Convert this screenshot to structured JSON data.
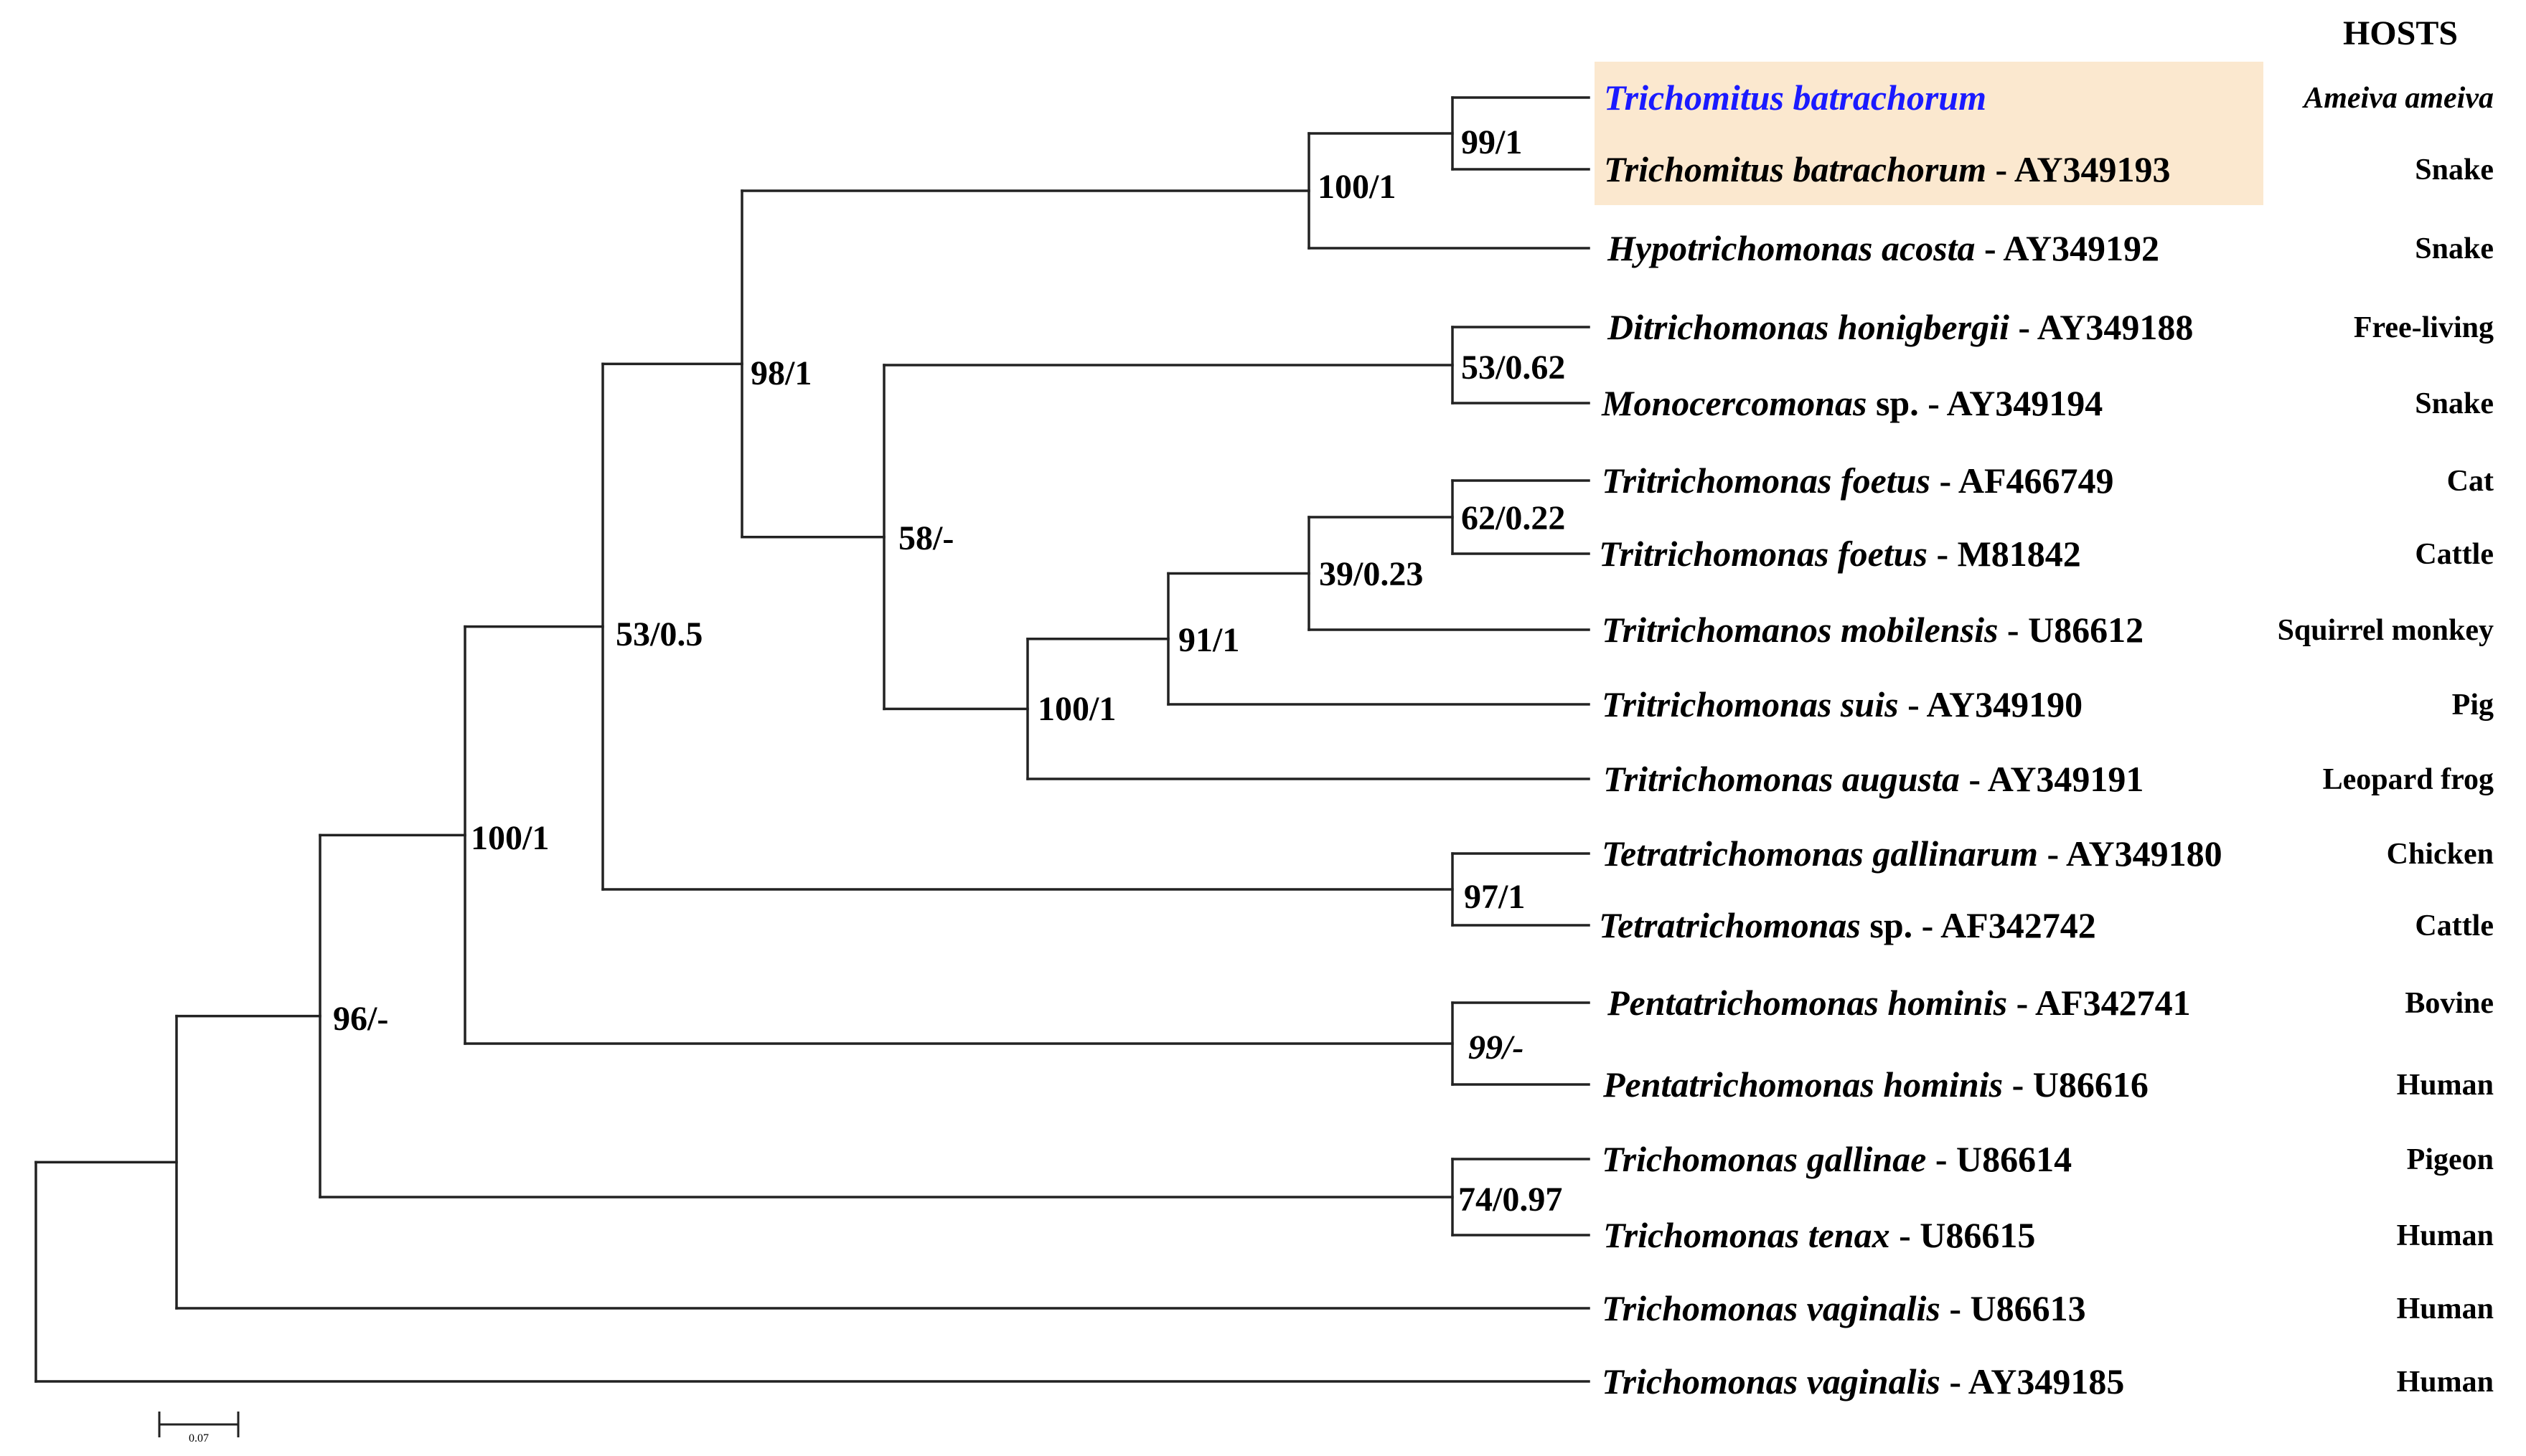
{
  "hosts_header": "HOSTS",
  "colors": {
    "branch": "#222222",
    "highlight": "#fbe8cf",
    "highlight_text": "#1a1aff"
  },
  "taxa": [
    {
      "genus": "Trichomitus batrachorum",
      "accession": "",
      "host": "Ameiva ameiva",
      "host_italic": true,
      "highlight": true
    },
    {
      "genus": "Trichomitus batrachorum",
      "accession": " - AY349193",
      "host": "Snake",
      "host_italic": false,
      "highlight": false
    },
    {
      "genus": "Hypotrichomonas acosta",
      "accession": " - AY349192",
      "host": "Snake"
    },
    {
      "genus": "Ditrichomonas  honigbergii",
      "accession": " - AY349188",
      "host": "Free-living"
    },
    {
      "genus": "Monocercomonas",
      "accession": " sp. - AY349194",
      "host": "Snake"
    },
    {
      "genus": "Tritrichomonas foetus",
      "accession": " - AF466749",
      "host": "Cat"
    },
    {
      "genus": "Tritrichomonas foetus",
      "accession": " - M81842",
      "host": "Cattle"
    },
    {
      "genus": "Tritrichomanos mobilensis",
      "accession": "  - U86612",
      "host": "Squirrel  monkey"
    },
    {
      "genus": "Tritrichomonas suis",
      "accession": " - AY349190",
      "host": "Pig"
    },
    {
      "genus": "Tritrichomonas augusta",
      "accession": " - AY349191",
      "host": "Leopard frog"
    },
    {
      "genus": "Tetratrichomonas gallinarum",
      "accession": " - AY349180",
      "host": "Chicken"
    },
    {
      "genus": "Tetratrichomonas",
      "accession": " sp. - AF342742",
      "host": "Cattle"
    },
    {
      "genus": "Pentatrichomonas hominis",
      "accession": " - AF342741",
      "host": "Bovine"
    },
    {
      "genus": "Pentatrichomonas hominis",
      "accession": " - U86616",
      "host": "Human"
    },
    {
      "genus": "Trichomonas gallinae",
      "accession": " - U86614",
      "host": "Pigeon"
    },
    {
      "genus": "Trichomonas  tenax",
      "accession": "  - U86615",
      "host": "Human"
    },
    {
      "genus": "Trichomonas vaginalis",
      "accession": " - U86613",
      "host": "Human"
    },
    {
      "genus": "Trichomonas vaginalis",
      "accession": " - AY349185",
      "host": "Human"
    }
  ],
  "supports": {
    "n_tb": "99/1",
    "n_tbh": "100/1",
    "n_dm": "53/0.62",
    "n_tf": "62/0.22",
    "n_tfm": "39/0.23",
    "n_tfms": "91/1",
    "n_tri": "100/1",
    "n_grpB": "58/-",
    "n_AB": "98/1",
    "n_tet": "97/1",
    "n_ABC": "53/0.5",
    "n_pen": "99/-",
    "n_ABCD": "100/1",
    "n_tri2": "74/0.97",
    "n_big": "96/-"
  },
  "scale_bar": {
    "label": "0.07",
    "value": 0.07
  }
}
